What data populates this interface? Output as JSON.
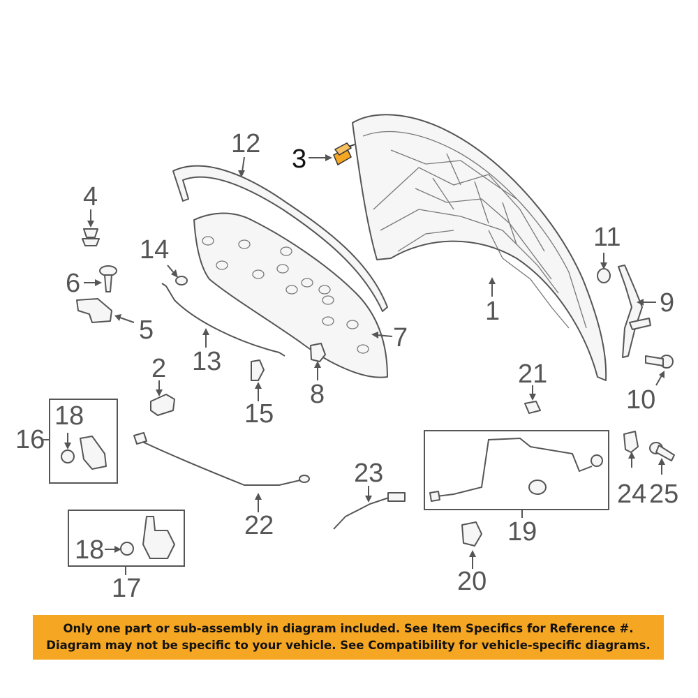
{
  "callouts": {
    "c1": "1",
    "c2": "2",
    "c3": "3",
    "c4": "4",
    "c5": "5",
    "c6": "6",
    "c7": "7",
    "c8": "8",
    "c9": "9",
    "c10": "10",
    "c11": "11",
    "c12": "12",
    "c13": "13",
    "c14": "14",
    "c15": "15",
    "c16": "16",
    "c17": "17",
    "c18a": "18",
    "c18b": "18",
    "c19": "19",
    "c20": "20",
    "c21": "21",
    "c22": "22",
    "c23": "23",
    "c24": "24",
    "c25": "25"
  },
  "highlighted_part": "3",
  "colors": {
    "highlight": "#f5a623",
    "banner": "#f5a623",
    "line": "#555555"
  },
  "disclaimer": {
    "line1": "Only one part or sub-assembly in diagram included. See Item Specifics for Reference #.",
    "line2": "Diagram may not be specific to your vehicle. See Compatibility for vehicle-specific diagrams."
  }
}
